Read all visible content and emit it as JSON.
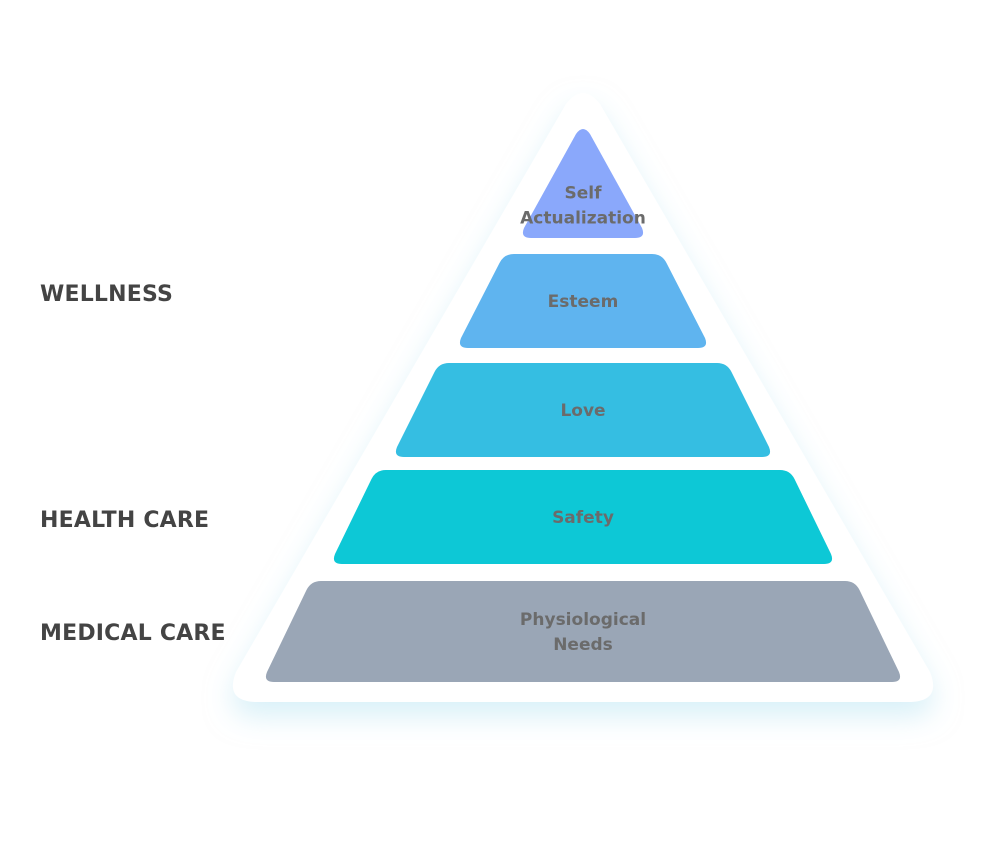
{
  "side_labels": {
    "wellness": "WELLNESS",
    "health_care": "HEALTH CARE",
    "medical_care": "MEDICAL CARE"
  },
  "levels": [
    {
      "id": "self-actualization",
      "lines": [
        "Self",
        "Actualization"
      ],
      "color": "#8AA8FB"
    },
    {
      "id": "esteem",
      "lines": [
        "Esteem"
      ],
      "color": "#5FB4EF"
    },
    {
      "id": "love",
      "lines": [
        "Love"
      ],
      "color": "#35BEE2"
    },
    {
      "id": "safety",
      "lines": [
        "Safety"
      ],
      "color": "#0DC8D6"
    },
    {
      "id": "physiological-needs",
      "lines": [
        "Physiological",
        "Needs"
      ],
      "color": "#9AA6B6"
    }
  ],
  "colors": {
    "label_text": "#444444",
    "level_text": "#6B6B6B",
    "backdrop": "#FFFFFF",
    "shadow": "#B8E4F2"
  }
}
